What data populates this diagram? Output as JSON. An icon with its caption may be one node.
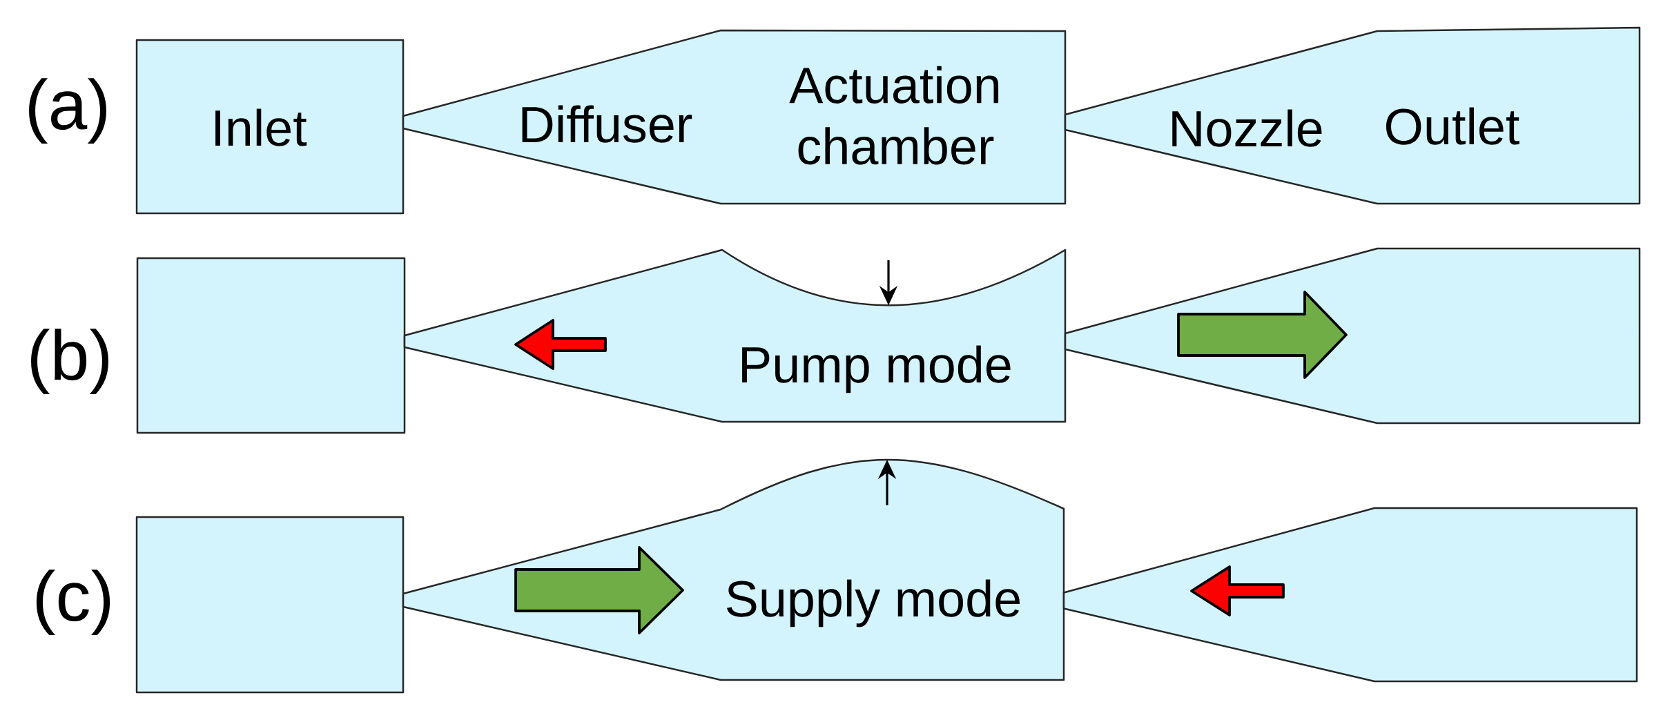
{
  "diagram": {
    "nodes": [
      {
        "text": [
          "Inlet"
        ]
      },
      {
        "text": [
          "Diffuser",
          "Actuation chamber"
        ]
      },
      {
        "text": [
          "Nozzle",
          "Outlet"
        ]
      },
      {
        "text": [],
        "shape": "box"
      },
      {
        "text": [
          "Pump mode"
        ]
      },
      {
        "text": [],
        "shape": "funnel"
      },
      {
        "text": [],
        "shape": "box"
      },
      {
        "text": [
          "Supply mode"
        ]
      },
      {
        "text": [],
        "shape": "funnel"
      }
    ],
    "labels": [
      "(a)",
      "(b)",
      "(c)"
    ]
  }
}
